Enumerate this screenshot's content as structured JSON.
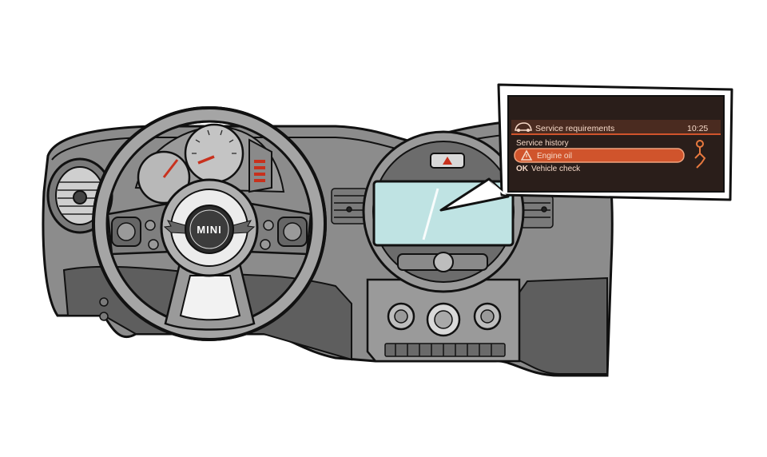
{
  "brand": {
    "logo_text": "MINI"
  },
  "service_screen": {
    "header_title": "Service requirements",
    "clock": "10:25",
    "items": [
      {
        "prefix": "",
        "label": "Service history",
        "selected": false
      },
      {
        "prefix": "warning-triangle-icon",
        "label": "Engine oil",
        "selected": true
      },
      {
        "prefix": "OK",
        "label": "Vehicle check",
        "selected": false
      }
    ]
  },
  "colors": {
    "dashboard": "#8c8c8c",
    "dashboard_dark": "#5e5e5e",
    "screen_background": "#2a1e1a",
    "screen_accent": "#d0542c",
    "center_display": "#bfe3e3",
    "gauge_needle": "#c8311d"
  }
}
